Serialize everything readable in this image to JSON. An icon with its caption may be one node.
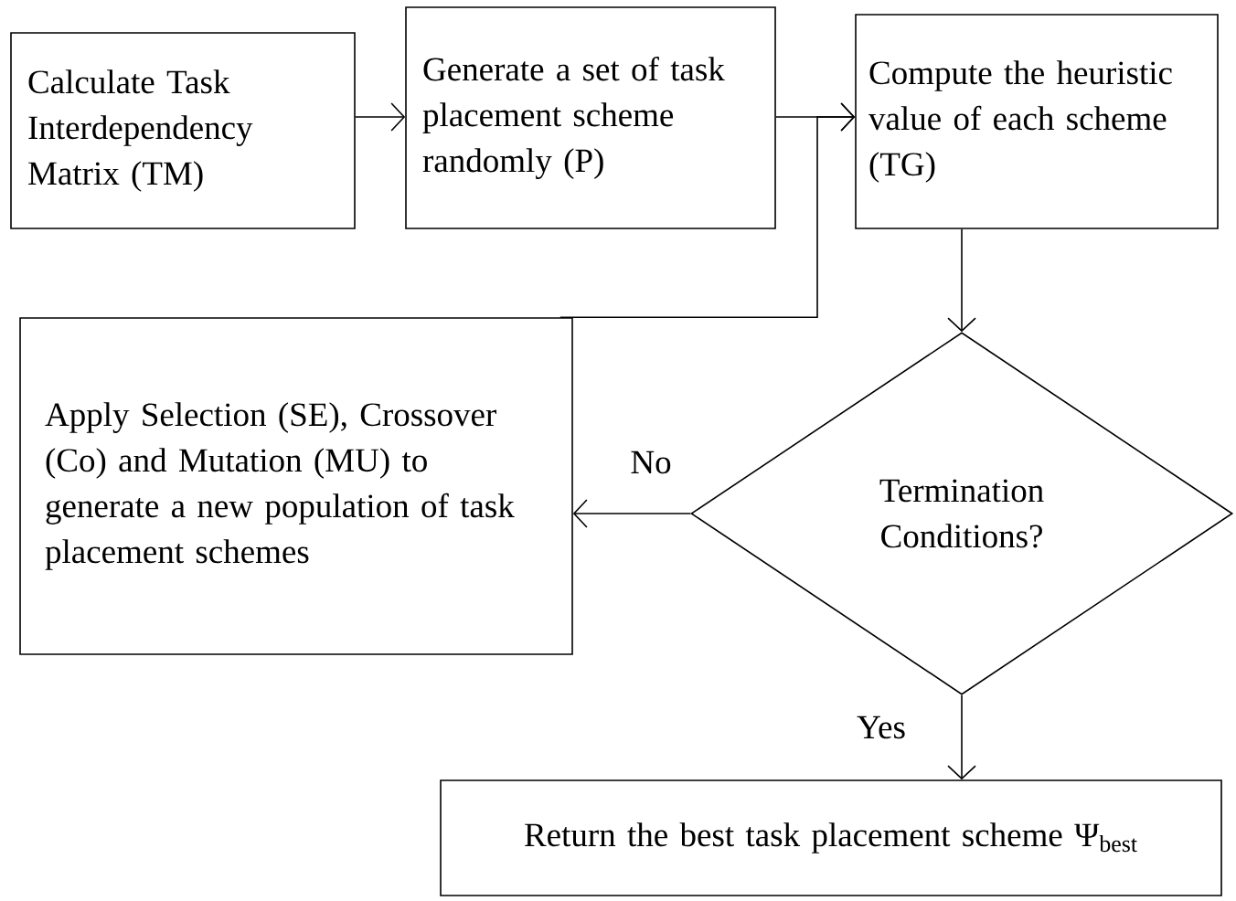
{
  "diagram": {
    "nodes": [
      {
        "text": [
          "Calculate Task Interdependency Matrix (TM)"
        ]
      },
      {
        "text": [
          "Generate a set of task placement scheme randomly (P)"
        ]
      },
      {
        "text": [
          "Compute the heuristic value of each scheme (TG)"
        ]
      },
      {
        "text": [
          "Apply Selection (SE), Crossover (Co) and Mutation (MU) to generate a new population of task placement schemes"
        ]
      },
      {
        "text": [
          "Termination Conditions?"
        ]
      },
      {
        "text": [
          "Return the best task placement scheme Ψ$_{best}$"
        ]
      }
    ],
    "edges": [
      {
        "from": 0,
        "to": 1,
        "arrow": "to"
      },
      {
        "from": 1,
        "to": 2,
        "arrow": "to"
      },
      {
        "from": 3,
        "to": 2,
        "arrow": "to"
      },
      {
        "from": 2,
        "to": 4,
        "arrow": "to"
      },
      {
        "from": 4,
        "to": 3,
        "arrow": "to",
        "label": "No"
      },
      {
        "from": 4,
        "to": 5,
        "arrow": "to",
        "label": "Yes"
      }
    ]
  }
}
